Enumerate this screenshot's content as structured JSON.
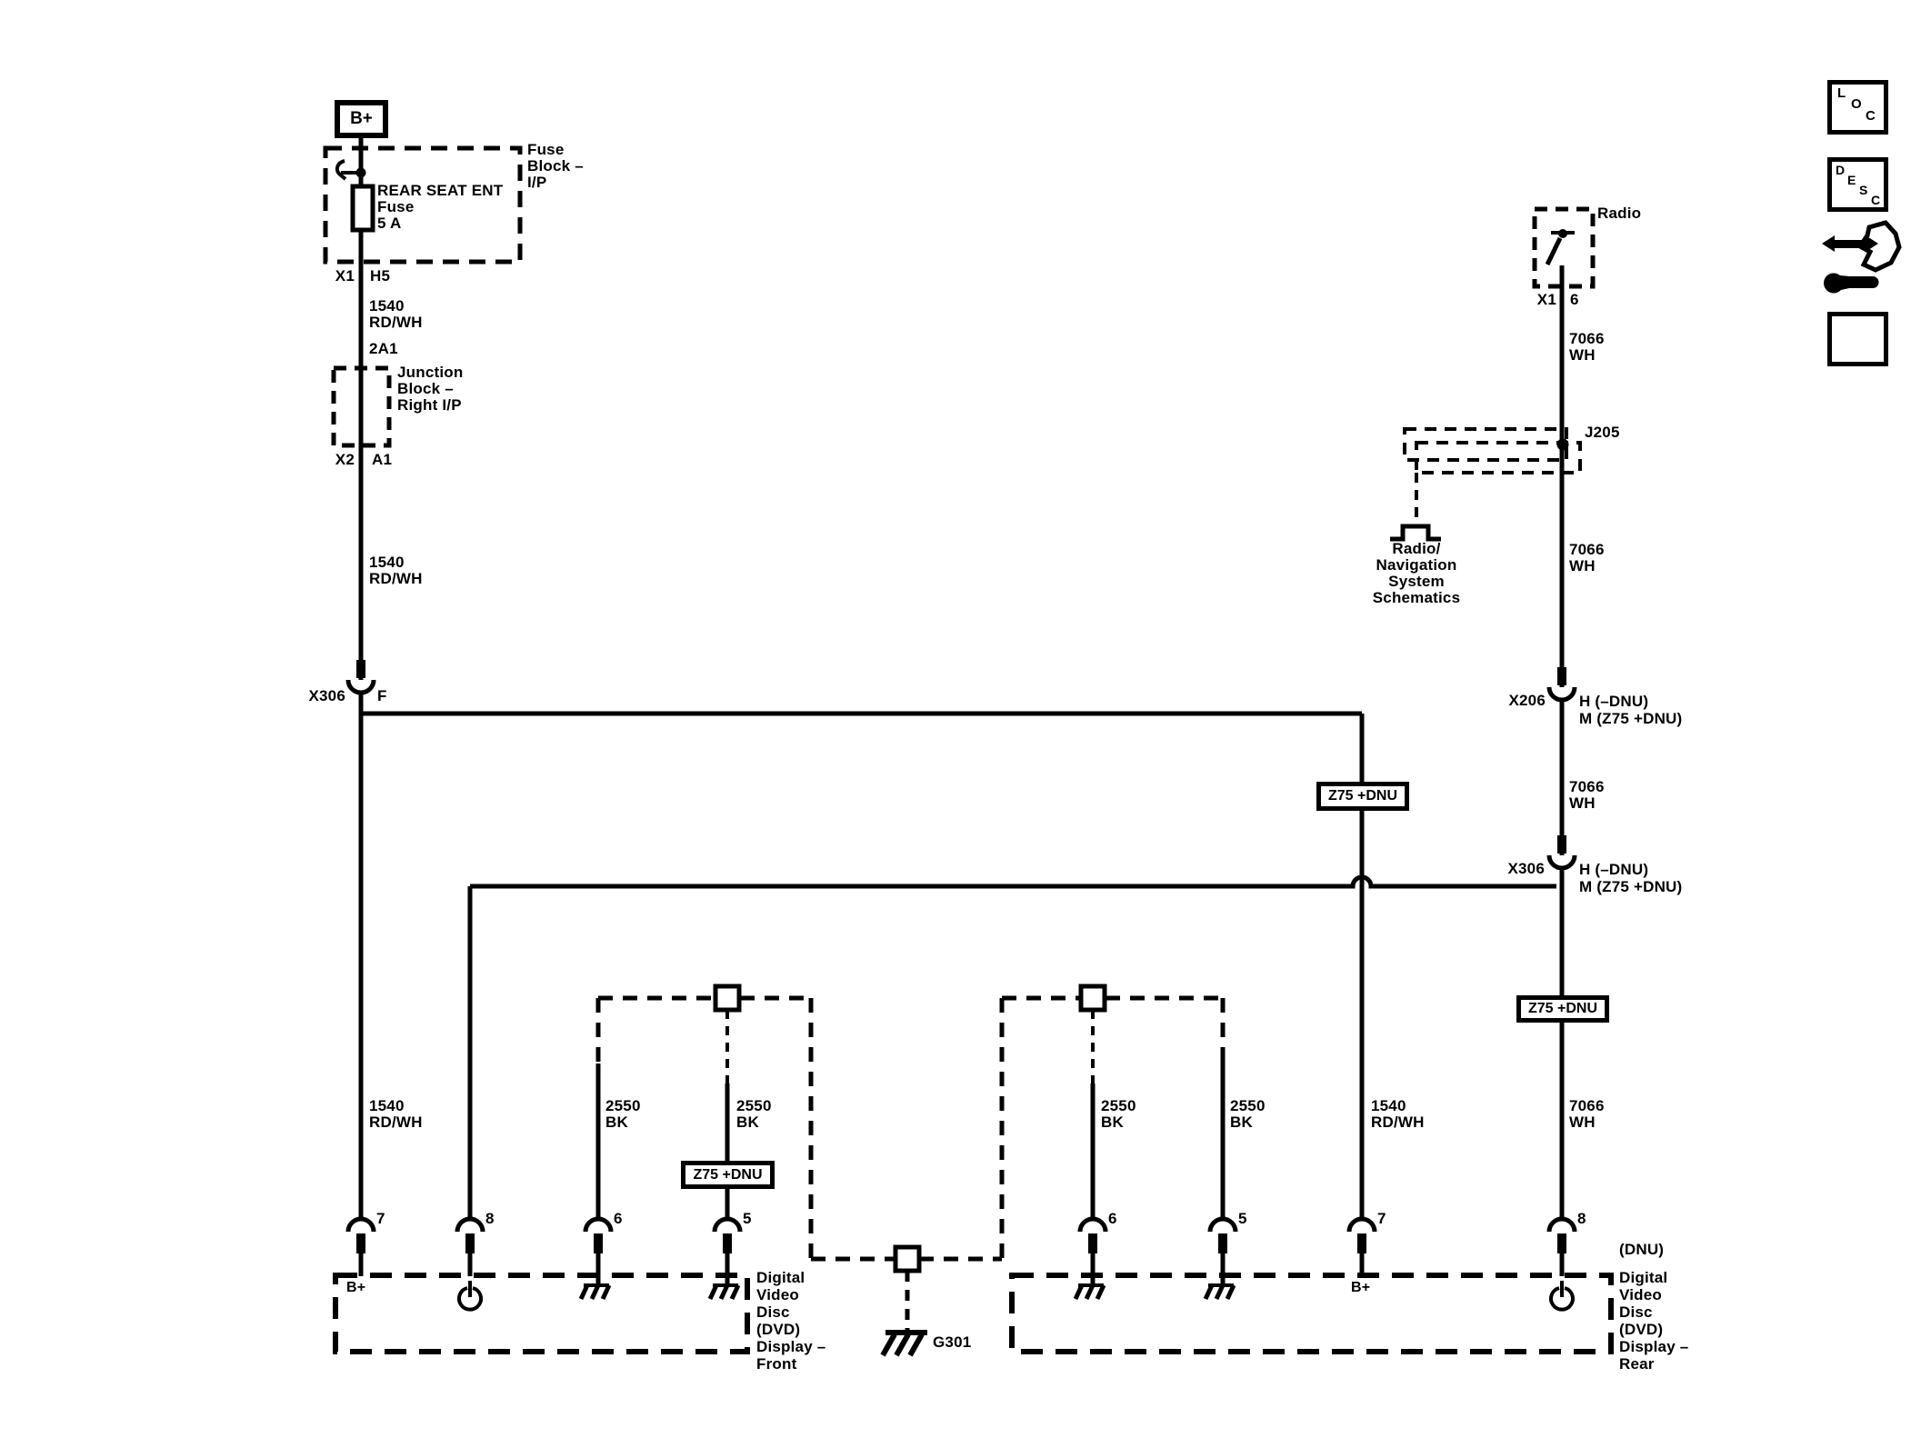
{
  "toolbar": {
    "loc_chars": [
      "L",
      "O",
      "C"
    ],
    "desc_chars": [
      "D",
      "E",
      "S",
      "C"
    ],
    "icons": [
      "loc-box",
      "desc-box",
      "compare-tools-icon",
      "next-arrow-box"
    ]
  },
  "power": {
    "b_plus": "B+",
    "fuse_block": {
      "name_lines": [
        "Fuse",
        "Block –",
        "I/P"
      ],
      "fuse_label_lines": [
        "REAR SEAT ENT",
        "Fuse",
        "5 A"
      ],
      "connector": "X1",
      "pin": "H5"
    },
    "terminal_id": "2A1",
    "junction_block": {
      "name_lines": [
        "Junction",
        "Block –",
        "Right I/P"
      ],
      "connector": "X2",
      "pin": "A1"
    }
  },
  "wires": {
    "rd_wh": {
      "circuit": "1540",
      "color": "RD/WH"
    },
    "wh": {
      "circuit": "7066",
      "color": "WH"
    },
    "bk": {
      "circuit": "2550",
      "color": "BK"
    }
  },
  "connectors": {
    "x306_f": {
      "name": "X306",
      "pin": "F"
    },
    "radio_x1": {
      "name": "X1",
      "pin": "6"
    },
    "j205": "J205",
    "x206": {
      "name": "X206",
      "pin_a": "H (–DNU)",
      "pin_b": "M (Z75 +DNU)"
    },
    "x306_h": {
      "name": "X306",
      "pin_a": "H (–DNU)",
      "pin_b": "M (Z75 +DNU)"
    }
  },
  "labels": {
    "z75": "Z75 +DNU",
    "radio": "Radio",
    "dnu": "(DNU)",
    "g301": "G301",
    "offpage_lines": [
      "Radio/",
      "Navigation",
      "System",
      "Schematics"
    ]
  },
  "dvd_front": {
    "name_lines": [
      "Digital",
      "Video",
      "Disc",
      "(DVD)",
      "Display –",
      "Front"
    ],
    "pin_numbers": [
      "7",
      "8",
      "6",
      "5"
    ],
    "b_plus": "B+"
  },
  "dvd_rear": {
    "name_lines": [
      "Digital",
      "Video",
      "Disc",
      "(DVD)",
      "Display –",
      "Rear"
    ],
    "pin_numbers": [
      "6",
      "5",
      "7",
      "8"
    ],
    "b_plus": "B+"
  }
}
